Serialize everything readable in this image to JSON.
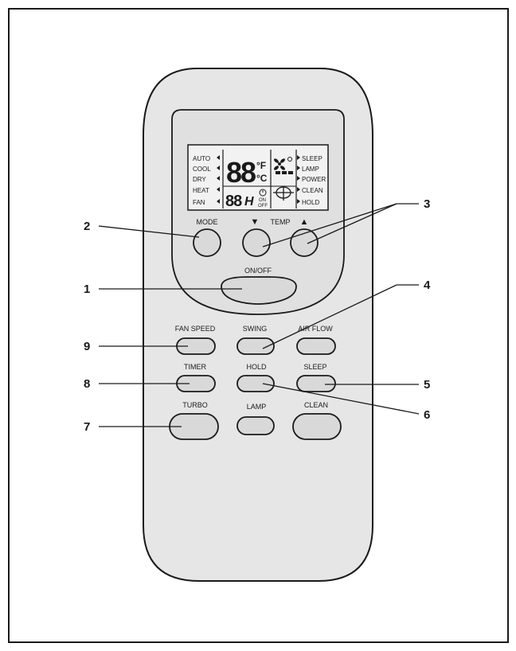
{
  "display": {
    "modes": [
      "AUTO",
      "COOL",
      "DRY",
      "HEAT",
      "FAN"
    ],
    "indicators": [
      "SLEEP",
      "LAMP",
      "POWER",
      "CLEAN",
      "HOLD"
    ],
    "temp_digits": "88",
    "unit_f": "°F",
    "unit_c": "°C",
    "timer_digits": "88",
    "timer_unit": "H",
    "timer_on": "ON",
    "timer_off": "OFF"
  },
  "buttons": {
    "mode": "MODE",
    "temp": "TEMP",
    "temp_down_arrow": "▼",
    "temp_up_arrow": "▲",
    "onoff": "ON/OFF",
    "fan_speed": "FAN SPEED",
    "swing": "SWING",
    "air_flow": "AIR FLOW",
    "timer": "TIMER",
    "hold": "HOLD",
    "sleep": "SLEEP",
    "turbo": "TURBO",
    "lamp": "LAMP",
    "clean": "CLEAN"
  },
  "callouts": {
    "c1": "1",
    "c2": "2",
    "c3": "3",
    "c4": "4",
    "c5": "5",
    "c6": "6",
    "c7": "7",
    "c8": "8",
    "c9": "9"
  },
  "colors": {
    "ink": "#1a1a1a",
    "body_fill": "#e6e6e6",
    "lcd_fill": "#f2f2f2",
    "button_fill": "#d9d9d9"
  }
}
